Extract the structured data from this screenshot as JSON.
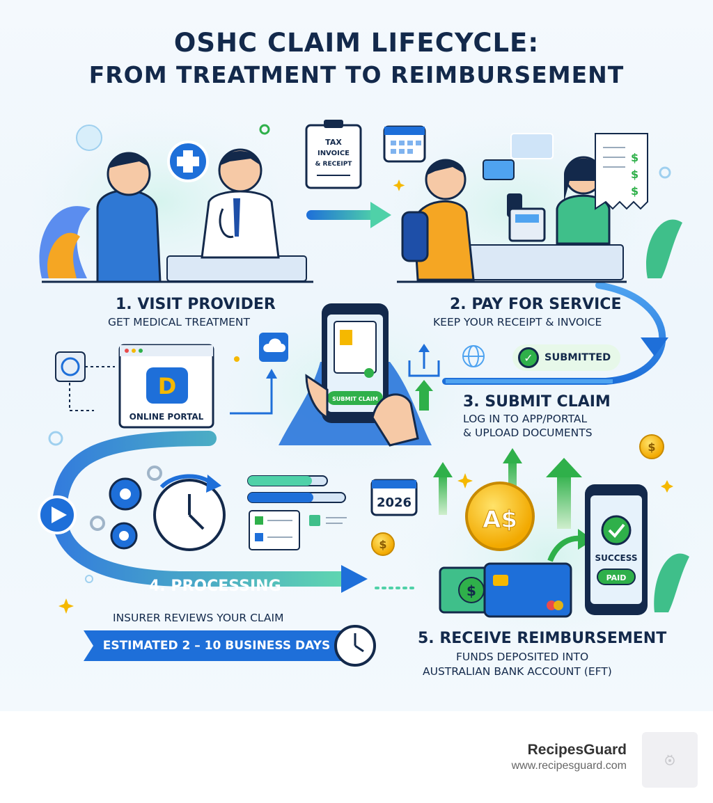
{
  "title": {
    "line1": "OSHC CLAIM LIFECYCLE:",
    "line2": "FROM TREATMENT TO REIMBURSEMENT"
  },
  "steps": [
    {
      "heading": "1. VISIT PROVIDER",
      "subtitle": "GET MEDICAL TREATMENT"
    },
    {
      "heading": "2. PAY FOR SERVICE",
      "subtitle": "KEEP YOUR RECEIPT & INVOICE"
    },
    {
      "heading": "3. SUBMIT CLAIM",
      "subtitle_line1": "LOG IN TO APP/PORTAL",
      "subtitle_line2": "& UPLOAD DOCUMENTS"
    },
    {
      "heading": "4. PROCESSING",
      "subtitle": "INSURER REVIEWS YOUR CLAIM",
      "banner": "ESTIMATED 2 – 10 BUSINESS DAYS"
    },
    {
      "heading": "5. RECEIVE REIMBURSEMENT",
      "subtitle_line1": "FUNDS DEPOSITED INTO",
      "subtitle_line2": "AUSTRALIAN BANK ACCOUNT (EFT)"
    }
  ],
  "labels": {
    "invoice_line1": "TAX",
    "invoice_line2": "INVOICE",
    "invoice_line3": "& RECEIPT",
    "online_portal": "ONLINE PORTAL",
    "submit_claim_button": "SUBMIT CLAIM",
    "submitted": "SUBMITTED",
    "calendar_year": "2026",
    "coin": "A$",
    "success": "SUCCESS",
    "paid": "PAID",
    "dollar": "$"
  },
  "footer": {
    "brand": "RecipesGuard",
    "url": "www.recipesguard.com"
  },
  "colors": {
    "navy": "#13294b",
    "blue": "#1e6fd9",
    "green": "#2fb04a",
    "gold": "#f5b800"
  }
}
